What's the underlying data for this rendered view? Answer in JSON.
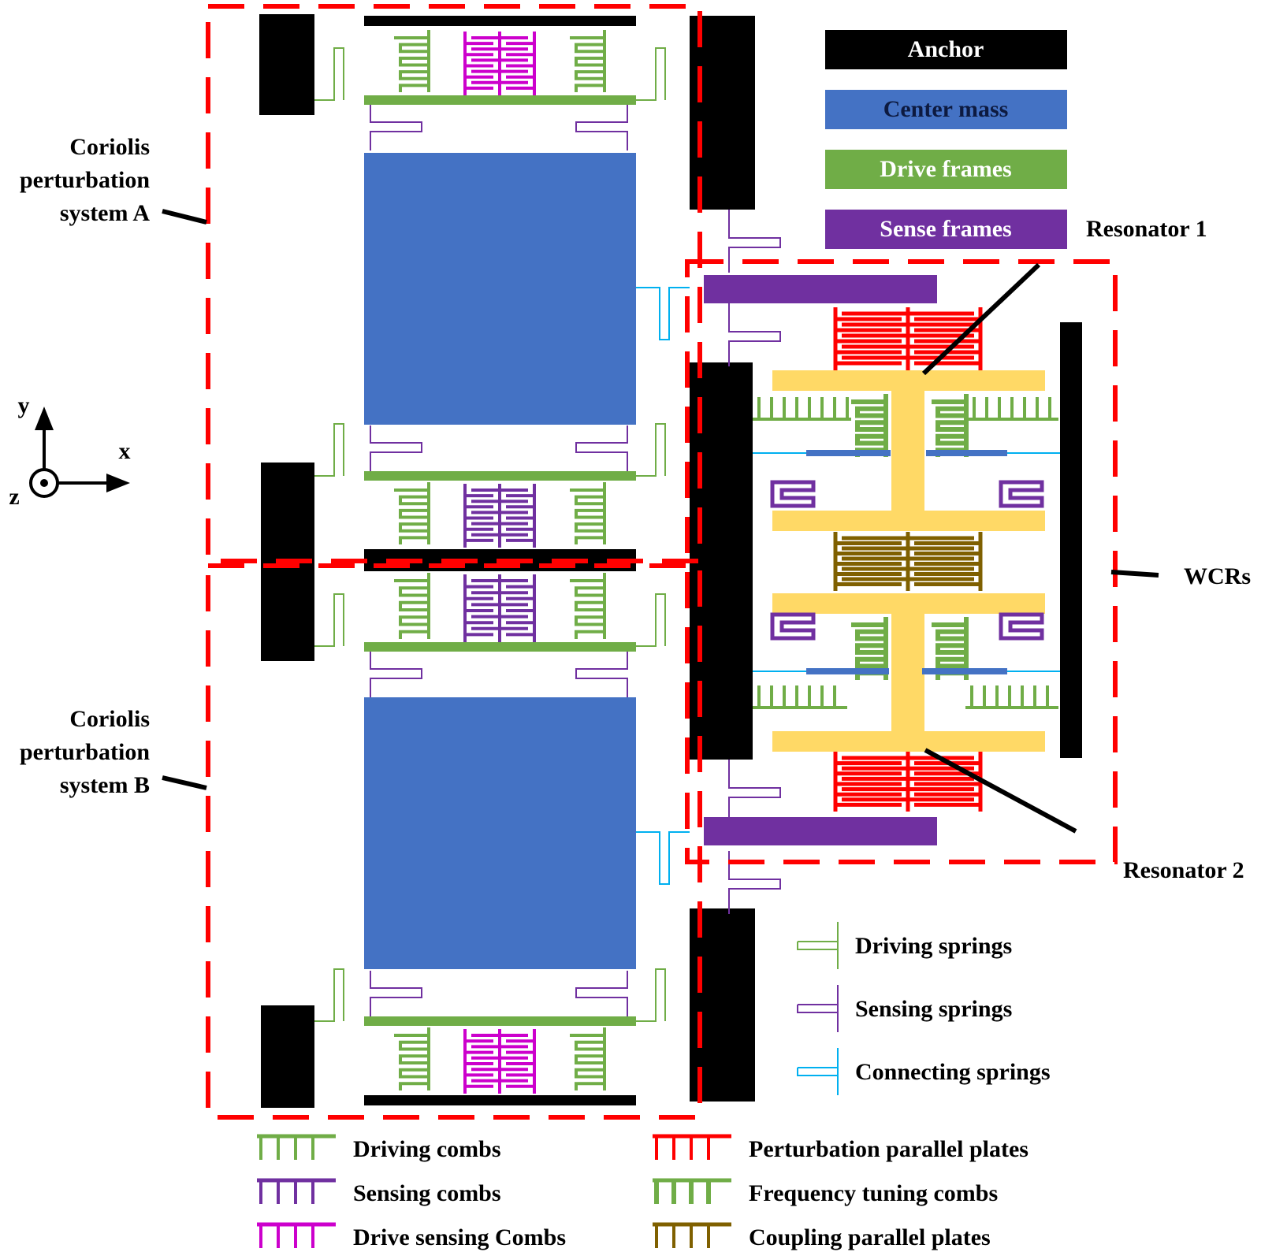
{
  "colors": {
    "anchor": "#000000",
    "center_mass": "#4472c4",
    "drive_frame": "#70ad47",
    "sense_frame": "#7030a0",
    "boundary": "#ff0000",
    "perturbation_plates": "#ff0000",
    "tuning_combs": "#70ad47",
    "coupling_plates": "#7f6000",
    "drive_sensing_combs": "#cc00cc",
    "wcr_beam": "#ffd966",
    "connecting_spring": "#00b0f0"
  },
  "legend_boxes": [
    {
      "label": "Anchor",
      "key": "anchor"
    },
    {
      "label": "Center mass",
      "key": "center_mass"
    },
    {
      "label": "Drive frames",
      "key": "drive_frame"
    },
    {
      "label": "Sense frames",
      "key": "sense_frame"
    }
  ],
  "spring_legend": [
    {
      "label": "Driving springs",
      "key": "drive_frame"
    },
    {
      "label": "Sensing springs",
      "key": "sense_frame"
    },
    {
      "label": "Connecting springs",
      "key": "connecting_spring"
    }
  ],
  "comb_legend_left": [
    {
      "label": "Driving combs",
      "key": "drive_frame"
    },
    {
      "label": "Sensing combs",
      "key": "sense_frame"
    },
    {
      "label": "Drive sensing Combs",
      "key": "drive_sensing_combs"
    }
  ],
  "comb_legend_right": [
    {
      "label": "Perturbation parallel plates",
      "key": "perturbation_plates"
    },
    {
      "label": "Frequency tuning combs",
      "key": "tuning_combs"
    },
    {
      "label": "Coupling parallel plates",
      "key": "coupling_plates"
    }
  ],
  "callouts": {
    "system_a": [
      "Coriolis",
      "perturbation",
      "system A"
    ],
    "system_b": [
      "Coriolis",
      "perturbation",
      "system B"
    ],
    "resonator1": "Resonator 1",
    "resonator2": "Resonator 2",
    "wcrs": "WCRs"
  },
  "axes": {
    "x": "x",
    "y": "y",
    "z": "z"
  }
}
